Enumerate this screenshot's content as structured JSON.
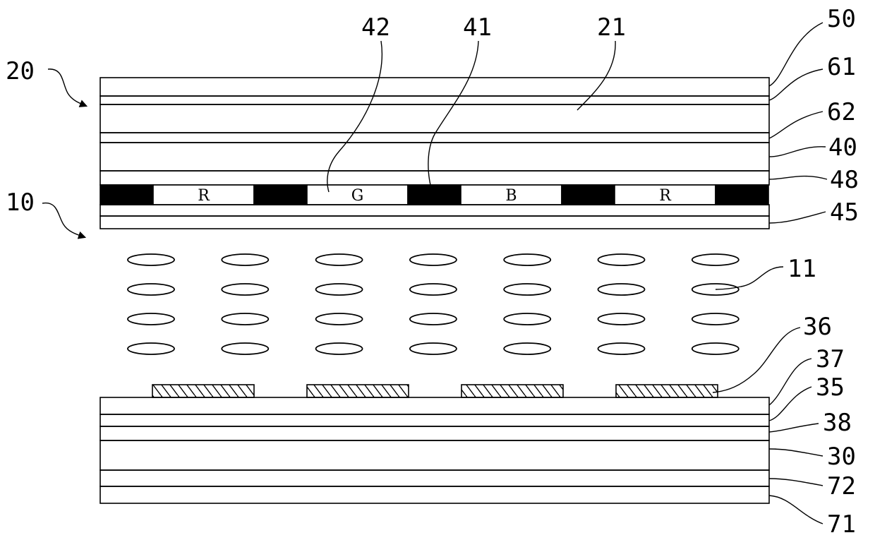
{
  "figure": {
    "color_filter_cells": [
      {
        "kind": "black-matrix"
      },
      {
        "kind": "subpixel",
        "label": "R"
      },
      {
        "kind": "black-matrix"
      },
      {
        "kind": "subpixel",
        "label": "G"
      },
      {
        "kind": "black-matrix"
      },
      {
        "kind": "subpixel",
        "label": "B"
      },
      {
        "kind": "black-matrix"
      },
      {
        "kind": "subpixel",
        "label": "R"
      },
      {
        "kind": "black-matrix"
      }
    ],
    "liquid_crystal": {
      "rows": 4,
      "columns": 7
    },
    "electrodes": {
      "count": 4
    },
    "refs": {
      "r20": "20",
      "r10": "10",
      "r42": "42",
      "r41": "41",
      "r21": "21",
      "r50": "50",
      "r61": "61",
      "r62": "62",
      "r40": "40",
      "r48": "48",
      "r45": "45",
      "r11": "11",
      "r36": "36",
      "r37": "37",
      "r35": "35",
      "r38": "38",
      "r30": "30",
      "r72": "72",
      "r71": "71"
    }
  }
}
